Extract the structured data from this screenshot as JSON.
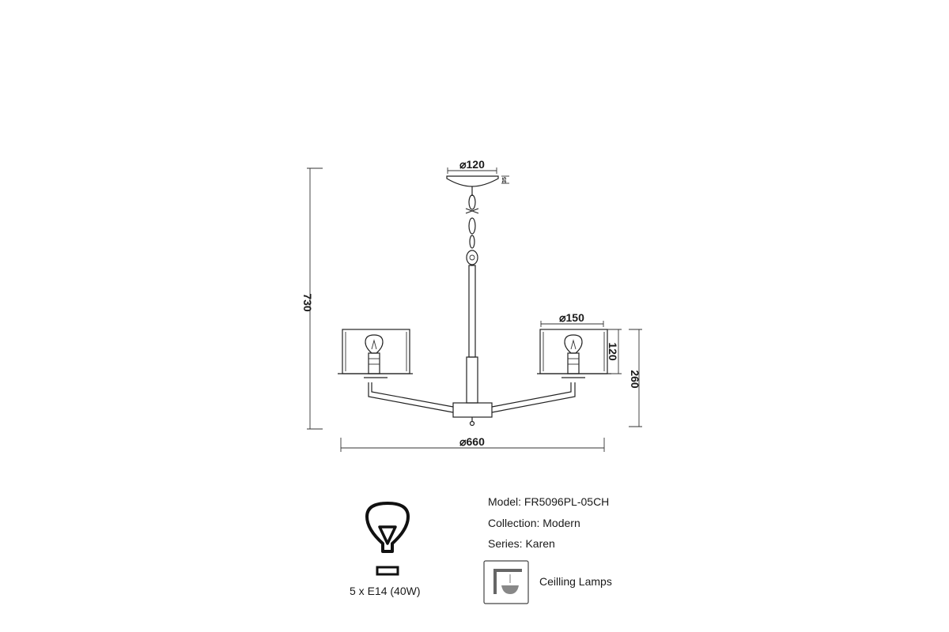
{
  "dimensions": {
    "canopy_diameter": "⌀120",
    "canopy_height": "35",
    "total_height": "730",
    "shade_diameter": "⌀150",
    "shade_height": "120",
    "body_height": "260",
    "overall_diameter": "⌀660"
  },
  "specs": {
    "model": "Model: FR5096PL-05CH",
    "collection": "Collection: Modern",
    "series": "Series: Karen"
  },
  "bulb": {
    "icon": "light-bulb-icon",
    "label": "5 x E14 (40W)"
  },
  "category": {
    "icon": "ceiling-lamp-icon",
    "label": "Ceilling Lamps"
  }
}
